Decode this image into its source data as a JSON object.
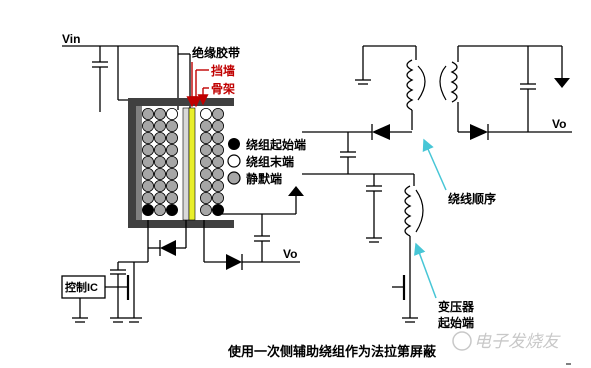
{
  "labels": {
    "vin": "Vin",
    "insulating_tape": "绝缘胶带",
    "retaining_wall": "挡墙",
    "bobbin": "骨架",
    "winding_start": "绕组起始端",
    "winding_end": "绕组末端",
    "quiet_end": "静默端",
    "control_ic": "控制IC",
    "vo_left": "Vo",
    "vo_right": "Vo",
    "winding_order": "绕线顺序",
    "transformer": "变压器",
    "start_end": "起始端",
    "caption": "使用一次侧辅助绕组作为法拉第屏蔽",
    "watermark": "电子发烧友"
  },
  "colors": {
    "tape": "#d9d9d9",
    "wall": "#e9ef2a",
    "bobbin": "#404040",
    "winding_fill": "#a6a6a6",
    "arrow": "#47c6d6",
    "label_red": "#c00000"
  }
}
